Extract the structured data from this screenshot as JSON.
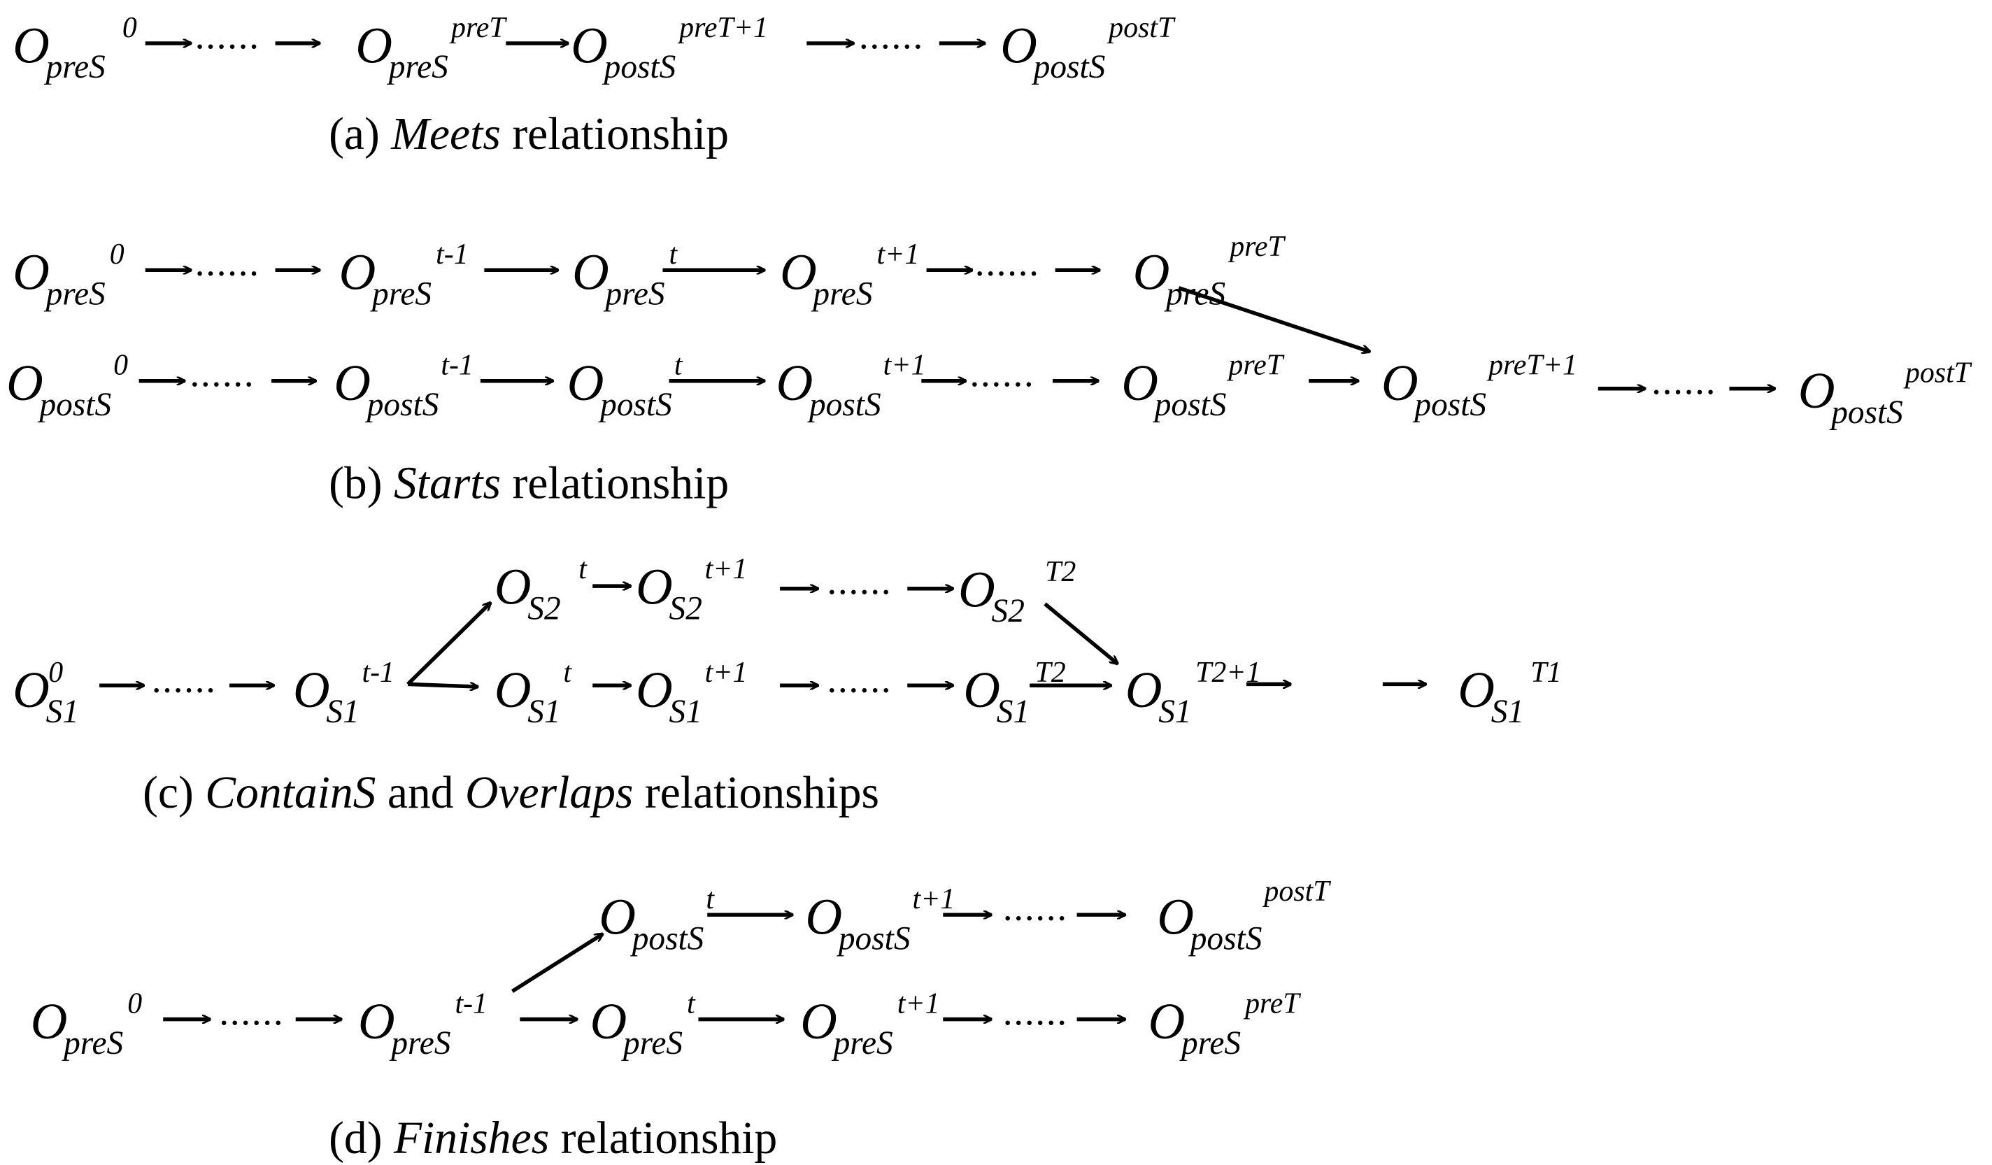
{
  "base": "O",
  "dots": "......",
  "captions": {
    "a": {
      "prefix": "(a) ",
      "em1": "Meets",
      "mid": "",
      "em2": "",
      "suffix": " relationship"
    },
    "b": {
      "prefix": "(b) ",
      "em1": "Starts",
      "mid": "",
      "em2": "",
      "suffix": " relationship"
    },
    "c": {
      "prefix": "(c) ",
      "em1": "ContainS",
      "mid": " and ",
      "em2": "Overlaps",
      "suffix": " relationships"
    },
    "d": {
      "prefix": "(d) ",
      "em1": "Finishes",
      "mid": "",
      "em2": "",
      "suffix": " relationship"
    }
  },
  "nodes": {
    "a1": {
      "sub": "preS",
      "sup": "0"
    },
    "a2": {
      "sub": "preS",
      "sup": "preT"
    },
    "a3": {
      "sub": "postS",
      "sup": "preT+1"
    },
    "a4": {
      "sub": "postS",
      "sup": "postT"
    },
    "b1": {
      "sub": "preS",
      "sup": "0"
    },
    "b2": {
      "sub": "preS",
      "sup": "t-1"
    },
    "b3": {
      "sub": "preS",
      "sup": "t"
    },
    "b4": {
      "sub": "preS",
      "sup": "t+1"
    },
    "b5": {
      "sub": "preS",
      "sup": "preT"
    },
    "b6": {
      "sub": "postS",
      "sup": "0"
    },
    "b7": {
      "sub": "postS",
      "sup": "t-1"
    },
    "b8": {
      "sub": "postS",
      "sup": "t"
    },
    "b9": {
      "sub": "postS",
      "sup": "t+1"
    },
    "b10": {
      "sub": "postS",
      "sup": "preT"
    },
    "b11": {
      "sub": "postS",
      "sup": "preT+1"
    },
    "b12": {
      "sub": "postS",
      "sup": "postT"
    },
    "c1": {
      "sub": "S2",
      "sup": "t"
    },
    "c2": {
      "sub": "S2",
      "sup": "t+1"
    },
    "c3": {
      "sub": "S2",
      "sup": "T2"
    },
    "c4": {
      "sub": "S1",
      "sup": "0"
    },
    "c5": {
      "sub": "S1",
      "sup": "t-1"
    },
    "c6": {
      "sub": "S1",
      "sup": "t"
    },
    "c7": {
      "sub": "S1",
      "sup": "t+1"
    },
    "c8": {
      "sub": "S1",
      "sup": "T2"
    },
    "c9": {
      "sub": "S1",
      "sup": "T2+1"
    },
    "c10": {
      "sub": "S1",
      "sup": "T1"
    },
    "d1": {
      "sub": "postS",
      "sup": "t"
    },
    "d2": {
      "sub": "postS",
      "sup": "t+1"
    },
    "d3": {
      "sub": "postS",
      "sup": "postT"
    },
    "d4": {
      "sub": "preS",
      "sup": "0"
    },
    "d5": {
      "sub": "preS",
      "sup": "t-1"
    },
    "d6": {
      "sub": "preS",
      "sup": "t"
    },
    "d7": {
      "sub": "preS",
      "sup": "t+1"
    },
    "d8": {
      "sub": "preS",
      "sup": "preT"
    }
  }
}
